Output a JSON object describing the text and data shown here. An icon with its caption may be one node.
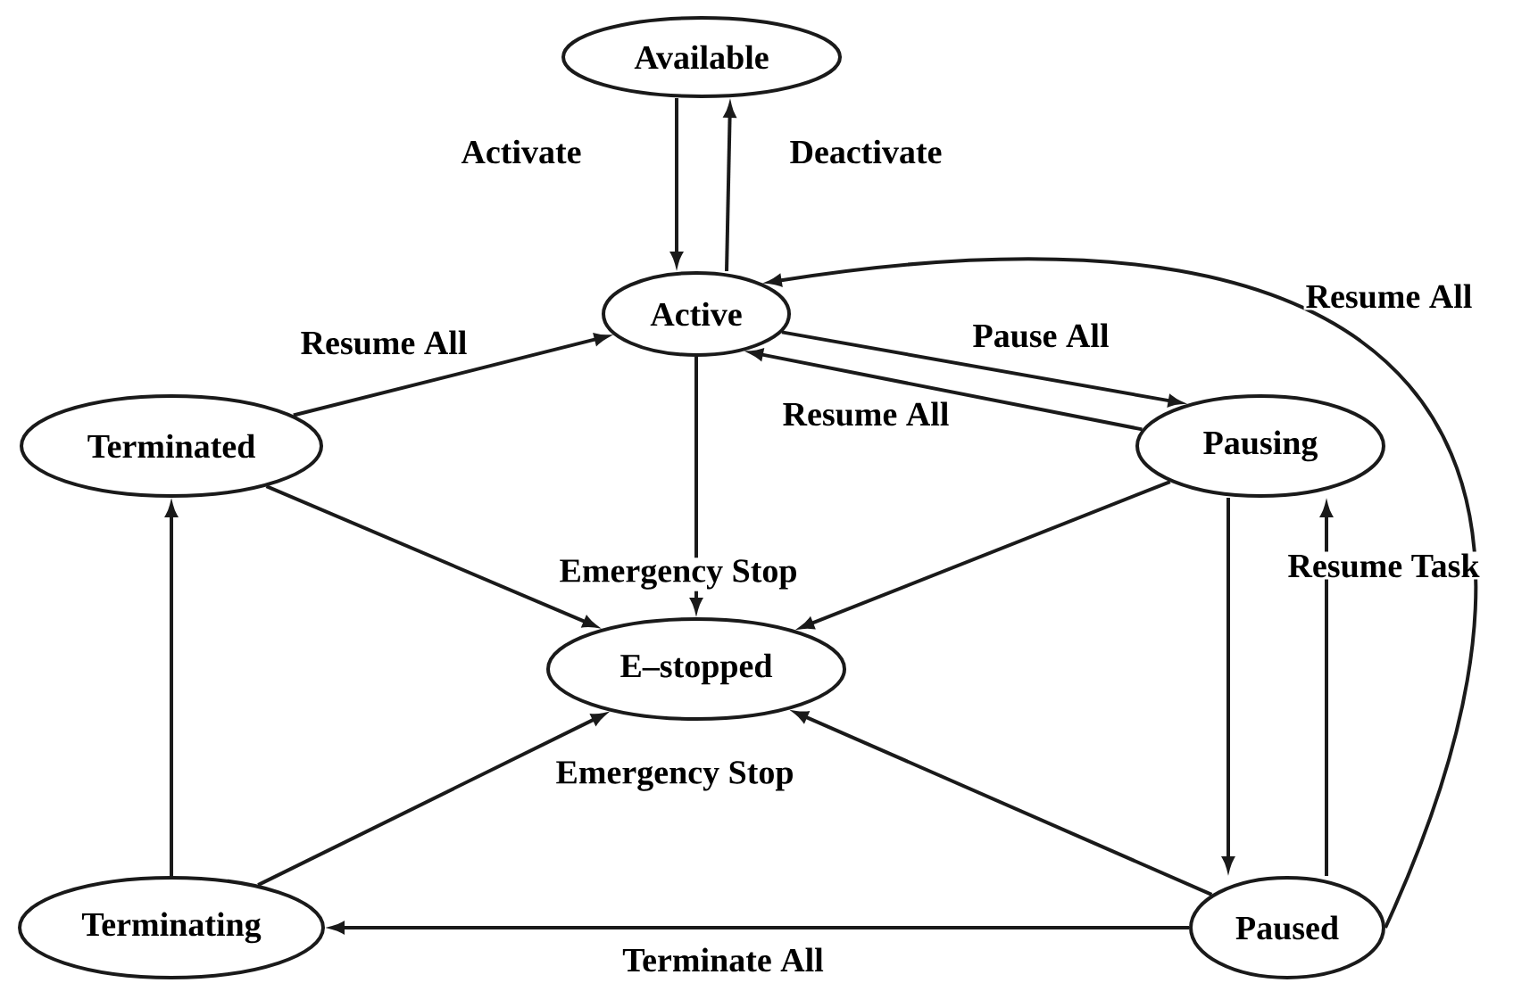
{
  "diagram": {
    "nodes": [
      {
        "text": [
          "Available"
        ]
      },
      {
        "text": [
          "Active"
        ]
      },
      {
        "text": [
          "Terminated"
        ]
      },
      {
        "text": [
          "Pausing"
        ]
      },
      {
        "text": [
          "E–stopped"
        ]
      },
      {
        "text": [
          "Terminating"
        ]
      },
      {
        "text": [
          "Paused"
        ]
      }
    ],
    "edges": [
      {
        "from": 0,
        "to": 1,
        "arrow": "to",
        "label": "Activate"
      },
      {
        "from": 1,
        "to": 0,
        "arrow": "to",
        "label": "Deactivate"
      },
      {
        "from": 2,
        "to": 1,
        "arrow": "to",
        "label": "Resume All"
      },
      {
        "from": 1,
        "to": 3,
        "arrow": "to",
        "label": "Pause All"
      },
      {
        "from": 3,
        "to": 1,
        "arrow": "to",
        "label": "Resume All"
      },
      {
        "from": 6,
        "to": 1,
        "arrow": "to",
        "label": "Resume All"
      },
      {
        "from": 1,
        "to": 4,
        "arrow": "to",
        "label": "Emergency Stop"
      },
      {
        "from": 2,
        "to": 4,
        "arrow": "to"
      },
      {
        "from": 3,
        "to": 4,
        "arrow": "to"
      },
      {
        "from": 5,
        "to": 4,
        "arrow": "to",
        "label": "Emergency Stop"
      },
      {
        "from": 6,
        "to": 4,
        "arrow": "to"
      },
      {
        "from": 3,
        "to": 6,
        "arrow": "to"
      },
      {
        "from": 6,
        "to": 3,
        "arrow": "to",
        "label": "Resume Task"
      },
      {
        "from": 6,
        "to": 5,
        "arrow": "to",
        "label": "Terminate All"
      },
      {
        "from": 5,
        "to": 2,
        "arrow": "to"
      }
    ]
  }
}
